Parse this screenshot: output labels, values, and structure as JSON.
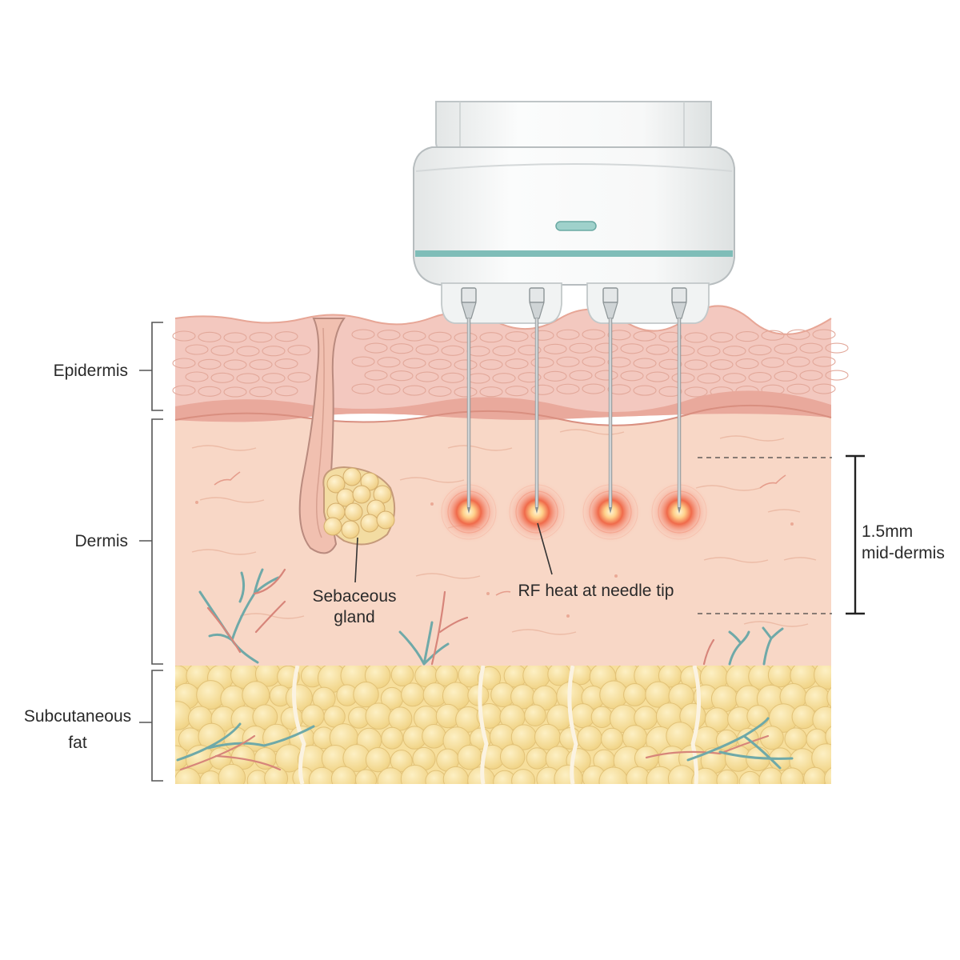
{
  "layers": {
    "epidermis": "Epidermis",
    "dermis": "Dermis",
    "fat_line1": "Subcutaneous",
    "fat_line2": "fat"
  },
  "annotations": {
    "gland_line1": "Sebaceous",
    "gland_line2": "gland",
    "rf_heat": "RF heat at needle tip",
    "depth_line1": "1.5mm",
    "depth_line2": "mid-dermis"
  },
  "colors": {
    "epidermis": "#f3c8bf",
    "dermis": "#f8d7c6",
    "fat": "#f7df9c",
    "device": "#f4f5f5",
    "accent": "#7fbdb8",
    "heat": "#f06a4a"
  },
  "icons": {
    "device": "rf-microneedling-handpiece",
    "needle": "microneedle",
    "heat": "heat-zone"
  }
}
